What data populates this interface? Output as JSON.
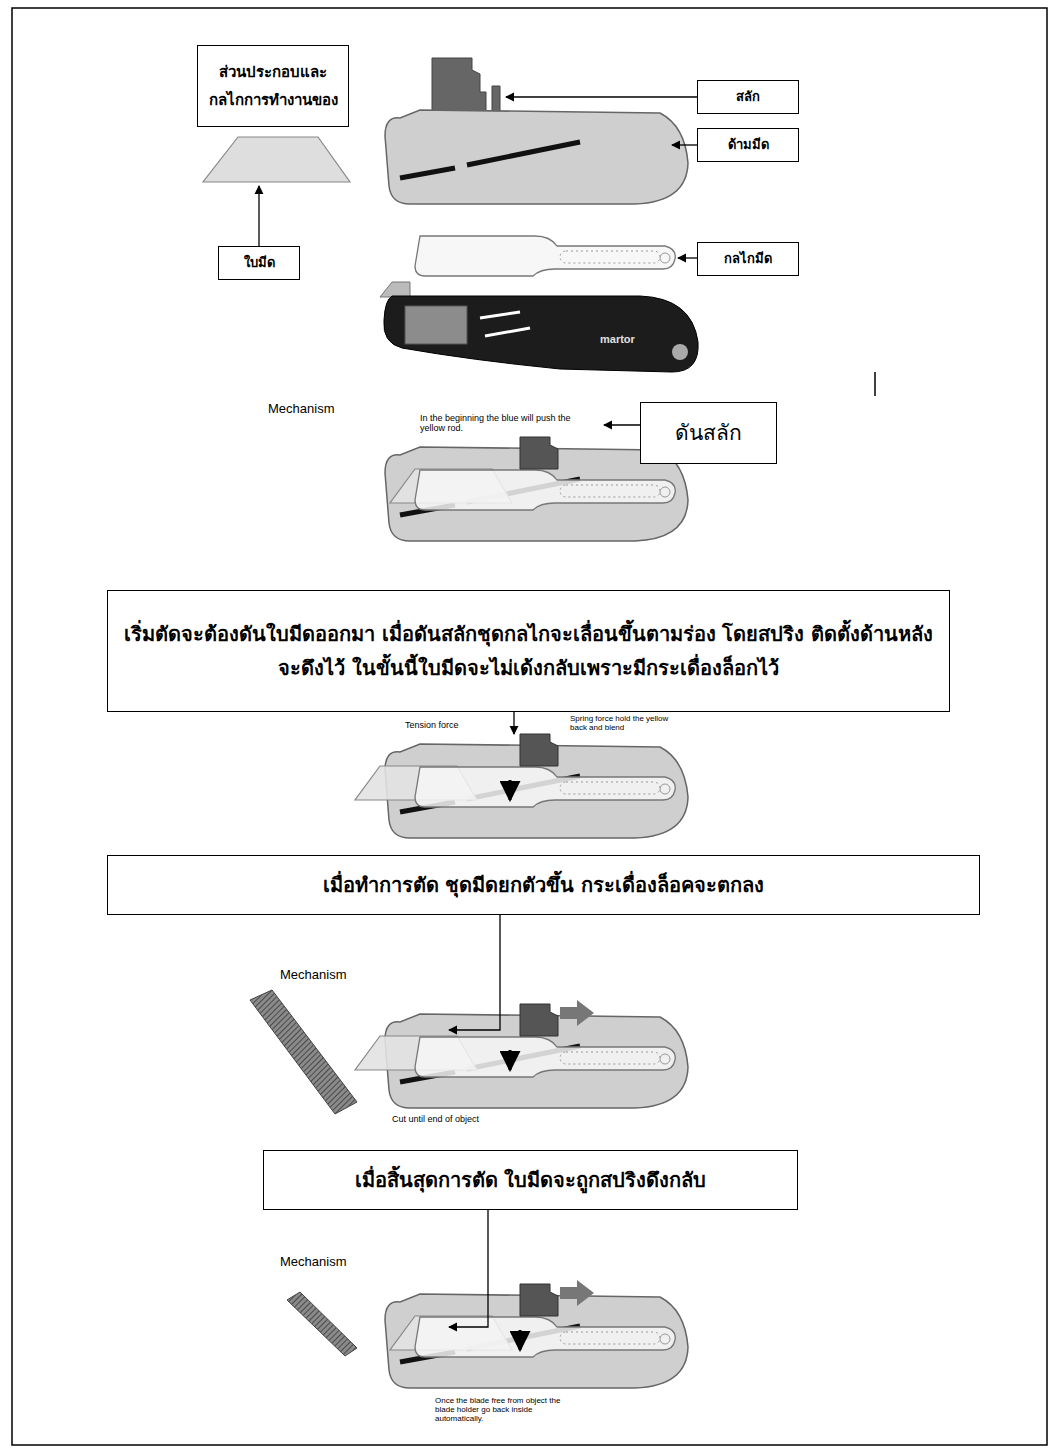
{
  "diagram": {
    "nodes": [
      {
        "text": [
          "ส่วนประกอบและ กลไกการทำงานของ"
        ]
      },
      {
        "text": [
          "สลัก"
        ]
      },
      {
        "text": [
          "ด้ามมีด"
        ]
      },
      {
        "text": [
          "ใบมีด"
        ]
      },
      {
        "text": [
          "กลไกมีด"
        ]
      },
      {
        "text": [
          "ดันสลัก"
        ]
      },
      {
        "text": [
          "เริ่มตัดจะต้องดันใบมีดออกมา เมื่อดันสลักชุดกลไกจะเลื่อนขึ้นตามร่อง โดยสปริง ติดตั้งด้านหลังจะดึงไว้ ในขั้นนี้ใบมีดจะไม่เด้งกลับเพราะมีกระเดื่องล็อกไว้"
        ]
      },
      {
        "text": [
          "เมื่อทำการตัด ชุดมีดยกตัวขึ้น กระเดื่องล็อคจะตกลง"
        ]
      },
      {
        "text": [
          "เมื่อสิ้นสุดการตัด ใบมีดจะถูกสปริงดึงกลับ"
        ]
      }
    ],
    "labels": [
      "martor",
      "Mechanism",
      "In the beginning the blue will push the yellow rod.",
      "Tension force",
      "Spring force hold the yellow back and blend",
      "Mechanism",
      "Cut until end of object",
      "Mechanism",
      "Once the blade free from object the blade holder go back inside automatically."
    ]
  }
}
